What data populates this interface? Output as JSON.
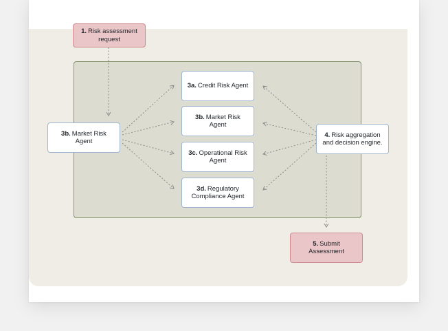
{
  "nodes": {
    "request": {
      "num": "1.",
      "label": "Risk assessment request"
    },
    "left_agent": {
      "num": "3b.",
      "label": "Market Risk Agent"
    },
    "credit": {
      "num": "3a.",
      "label": "Credit Risk Agent"
    },
    "market": {
      "num": "3b.",
      "label": "Market Risk Agent"
    },
    "operational": {
      "num": "3c.",
      "label": "Operational Risk Agent"
    },
    "regulatory": {
      "num": "3d.",
      "label": "Regulatory Compliance Agent"
    },
    "aggregation": {
      "num": "4.",
      "label": "Risk aggregation and decision engine."
    },
    "submit": {
      "num": "5.",
      "label": "Submit Assessment"
    }
  },
  "colors": {
    "group_fill": "#dcddd0",
    "group_border": "#7f9468",
    "pink_fill": "#eac6c8",
    "white_border": "#9fb4cf",
    "edge": "#8a8a8a"
  }
}
